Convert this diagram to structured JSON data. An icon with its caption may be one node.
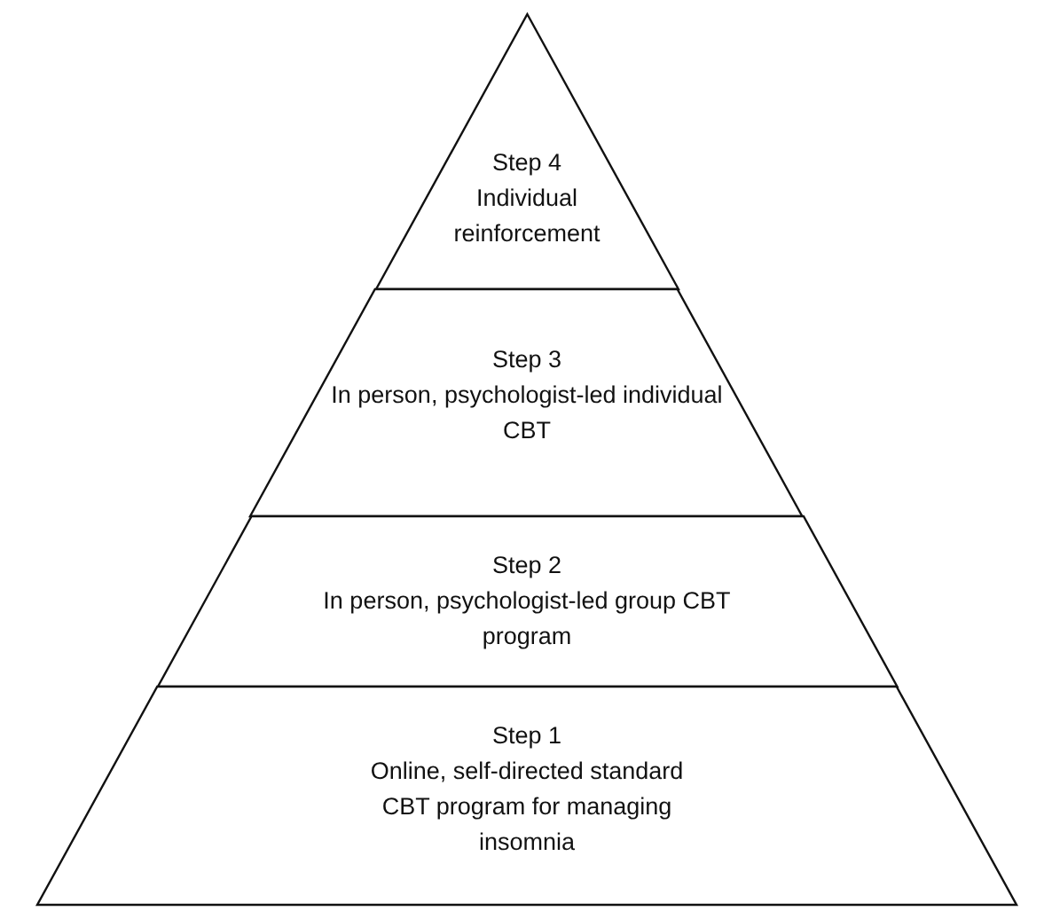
{
  "diagram": {
    "nodes": [
      {
        "text": [
          "Step 4",
          "Individual reinforcement"
        ]
      },
      {
        "text": [
          "Step 3",
          "In person, psychologist-led individual CBT"
        ]
      },
      {
        "text": [
          "Step 2",
          "In person, psychologist-led group CBT program"
        ]
      },
      {
        "text": [
          "Step 1",
          "Online, self-directed standard CBT program for managing insomnia"
        ]
      }
    ],
    "edges": []
  }
}
